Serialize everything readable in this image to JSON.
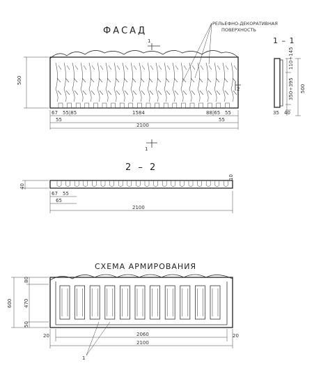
{
  "facade": {
    "title": "ФАСАД",
    "note_line1": "РЕЛЬЕФНО-ДЕКОРАТИВНАЯ",
    "note_line2": "ПОВЕРХНОСТЬ",
    "height": "500",
    "cut_label": "1",
    "cut_label_bottom": "1",
    "side_cut": "2",
    "d_67": "67",
    "d_5585": "55|85",
    "d_1584": "1584",
    "d_8865": "88|65",
    "d_55_right": "55",
    "d_55_left": "55",
    "d_55_right2": "55",
    "total": "2100"
  },
  "section_1_1": {
    "title": "1 – 1",
    "d_top": "110÷145",
    "d_mid": "350÷395",
    "total": "500",
    "d_35": "35",
    "d_40": "40",
    "d_bottom": "35"
  },
  "section_2_2": {
    "title": "2 – 2",
    "d_left": "40",
    "d_67": "67",
    "d_55": "55",
    "d_65": "65",
    "d_right": "10",
    "total": "2100"
  },
  "reinforcement": {
    "title": "СХЕМА  АРМИРОВАНИЯ",
    "total_height": "600",
    "d_top": "80",
    "d_mid": "470",
    "d_bottom": "50",
    "inner": "2060",
    "total": "2100",
    "d_20_left": "20",
    "d_20_right": "20",
    "callout": "1"
  }
}
